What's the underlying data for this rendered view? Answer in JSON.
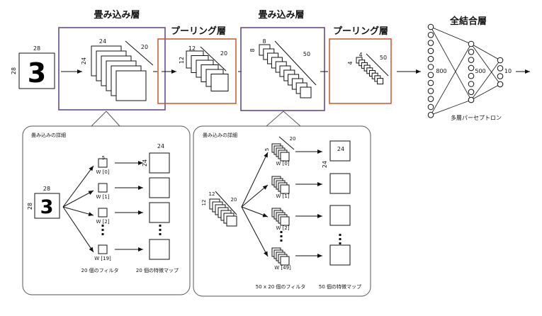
{
  "top": {
    "input": {
      "size": "28",
      "digit": "3"
    },
    "conv1": {
      "title": "畳み込み層",
      "w": "24",
      "h": "24",
      "n": "20"
    },
    "pool1": {
      "title": "プーリング層",
      "w": "12",
      "h": "12",
      "n": "20"
    },
    "conv2": {
      "title": "畳み込み層",
      "w": "8",
      "h": "8",
      "n": "50"
    },
    "pool2": {
      "title": "プーリング層",
      "w": "4",
      "h": "4",
      "n": "50"
    },
    "fc": {
      "title": "全結合層",
      "n1": "800",
      "n2": "500",
      "n3": "10",
      "caption": "多層パーセプトロン"
    }
  },
  "detail1": {
    "title": "畳み込みの詳細",
    "input_size": "28",
    "input_digit": "3",
    "filter_size": "5",
    "filters": [
      "W [0]",
      "W [1]",
      "W [2]",
      "W [19]"
    ],
    "map_size": "24",
    "filter_caption": "20 個のフィルタ",
    "map_caption": "20 個の特徴マップ"
  },
  "detail2": {
    "title": "畳み込みの詳細",
    "input_size": "12",
    "input_depth": "20",
    "filter_size": "5",
    "filter_depth": "20",
    "filters": [
      "W [0]",
      "W [1]",
      "W [2]",
      "W [49]"
    ],
    "map_size": "24",
    "filter_caption": "50 x 20 個のフィルタ",
    "map_caption": "50 個の特徴マップ"
  },
  "colors": {
    "conv": "#5b3f86",
    "pool": "#c8572a",
    "line": "#111111",
    "panel": "#555555"
  }
}
